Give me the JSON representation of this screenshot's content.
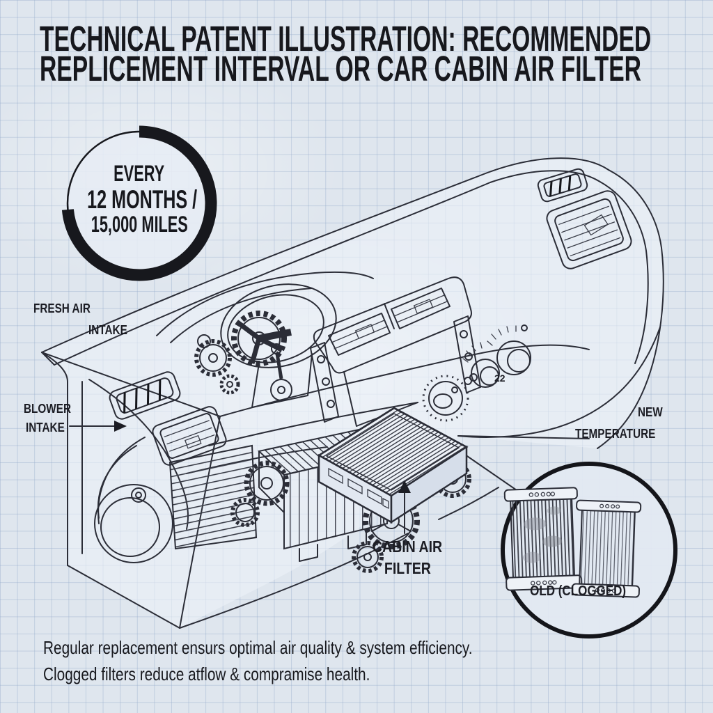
{
  "title": {
    "line1": "TECHNICAL PATENT ILLUSTRATION: RECOMMENDED",
    "line2": "REPLICEMENT INTERVAL OR CAR CABIN AIR FILTER"
  },
  "interval_badge": {
    "line1": "EVERY",
    "line2": "12 MONTHS /",
    "line3": "15,000 MILES"
  },
  "labels": {
    "fresh_air_line1": "FRESH AIR",
    "fresh_air_line2": "INTAKE",
    "blower_line1": "BLOWER",
    "blower_line2": "INTAKE",
    "new_label": "NEW",
    "temperature_label": "TEMPERATURE",
    "cabin_filter_line1": "CABIN AIR",
    "cabin_filter_line2": "FILTER",
    "inset_caption": "OLD (CLOGGED)"
  },
  "controls": {
    "temperature_knob_value": "22"
  },
  "footer": {
    "line1": "Regular replacement ensurs optimal air quality & system efficiency.",
    "line2": "Clogged filters reduce atflow & compramise health."
  },
  "colors": {
    "background": "#dfe6ee",
    "grid_line": "#94aaca",
    "ink": "#2b2d37",
    "ring_black": "#17181d"
  }
}
